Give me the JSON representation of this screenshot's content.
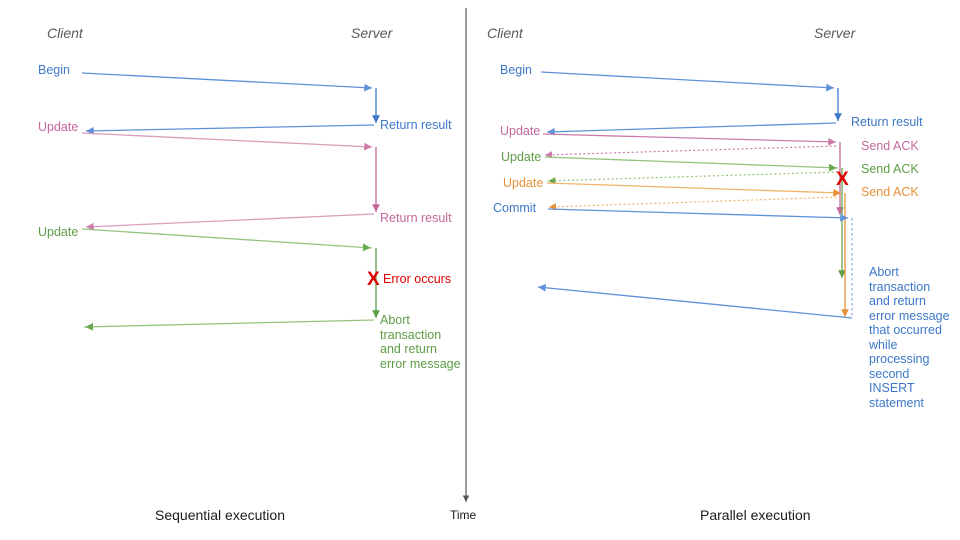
{
  "figure": {
    "title_left": "Sequential execution",
    "title_right": "Parallel execution",
    "time_axis_label": "Time",
    "divider": "vertical-separator"
  },
  "colors": {
    "blue": "#3d78c8",
    "blue_light": "#7ba7dd",
    "pink": "#c4689b",
    "pink_light": "#d99ebd",
    "green": "#5f9c46",
    "green_light": "#93c47d",
    "orange": "#e69138",
    "orange_light": "#f0b46a",
    "red": "#e00000",
    "gray": "#595959",
    "black": "#1a1a1a"
  },
  "left_panel": {
    "actor_client": "Client",
    "actor_server": "Server",
    "caption": "Sequential execution",
    "client_messages": [
      {
        "label": "Begin",
        "color": "blue"
      },
      {
        "label": "Update",
        "color": "pink"
      },
      {
        "label": "Update",
        "color": "green"
      }
    ],
    "server_messages": [
      {
        "label": "Return result",
        "color": "blue"
      },
      {
        "label": "Return result",
        "color": "pink"
      },
      {
        "label": "Error occurs",
        "color": "red"
      },
      {
        "label": "Abort\ntransaction\nand return\nerror message",
        "color": "green"
      }
    ]
  },
  "right_panel": {
    "actor_client": "Client",
    "actor_server": "Server",
    "caption": "Parallel execution",
    "client_messages": [
      {
        "label": "Begin",
        "color": "blue"
      },
      {
        "label": "Update",
        "color": "pink"
      },
      {
        "label": "Update",
        "color": "green"
      },
      {
        "label": "Update",
        "color": "orange"
      },
      {
        "label": "Commit",
        "color": "blue"
      }
    ],
    "server_messages": [
      {
        "label": "Return result",
        "color": "blue"
      },
      {
        "label": "Send ACK",
        "color": "pink"
      },
      {
        "label": "Send ACK",
        "color": "green"
      },
      {
        "label": "Send ACK",
        "color": "orange"
      },
      {
        "label": "Abort\ntransaction\nand return\nerror message\nthat occurred\nwhile\nprocessing\nsecond\nINSERT\nstatement",
        "color": "blue"
      }
    ],
    "error_marker": "X"
  },
  "markers": {
    "left_error": "X",
    "right_error": "X"
  }
}
